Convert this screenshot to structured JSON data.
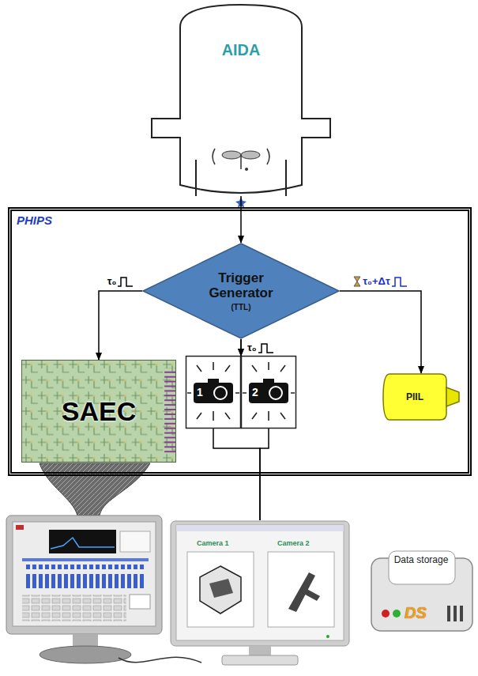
{
  "diagram": {
    "nodes": [
      {
        "text": [
          "AIDA"
        ]
      },
      {
        "text": [
          "PHIPS"
        ]
      },
      {
        "text": [
          "Trigger Generator",
          "(TTL)"
        ],
        "in": 1
      },
      {
        "text": [
          "SAEC"
        ],
        "in": 1
      },
      {
        "text": [
          "1"
        ],
        "in": 1
      },
      {
        "text": [
          "2"
        ],
        "in": 1
      },
      {
        "text": [
          "PIIL"
        ],
        "in": 1
      },
      {
        "text": [
          "Camera 1",
          "Camera 2"
        ]
      },
      {
        "text": [
          "Data storage",
          "DS"
        ]
      }
    ],
    "edges": [
      {
        "from": 0,
        "to": 2,
        "arrow": "to"
      },
      {
        "from": 2,
        "to": 3,
        "label": "τ₀",
        "arrow": "to"
      },
      {
        "from": 2,
        "to": 4,
        "label": "τ₀",
        "arrow": "to"
      },
      {
        "from": 2,
        "to": 5,
        "arrow": "to"
      },
      {
        "from": 2,
        "to": 6,
        "label": "τ₀+Δτ",
        "arrow": "to"
      },
      {
        "from": 4,
        "to": 7,
        "arrow": "none"
      },
      {
        "from": 5,
        "to": 7,
        "arrow": "none"
      }
    ]
  }
}
